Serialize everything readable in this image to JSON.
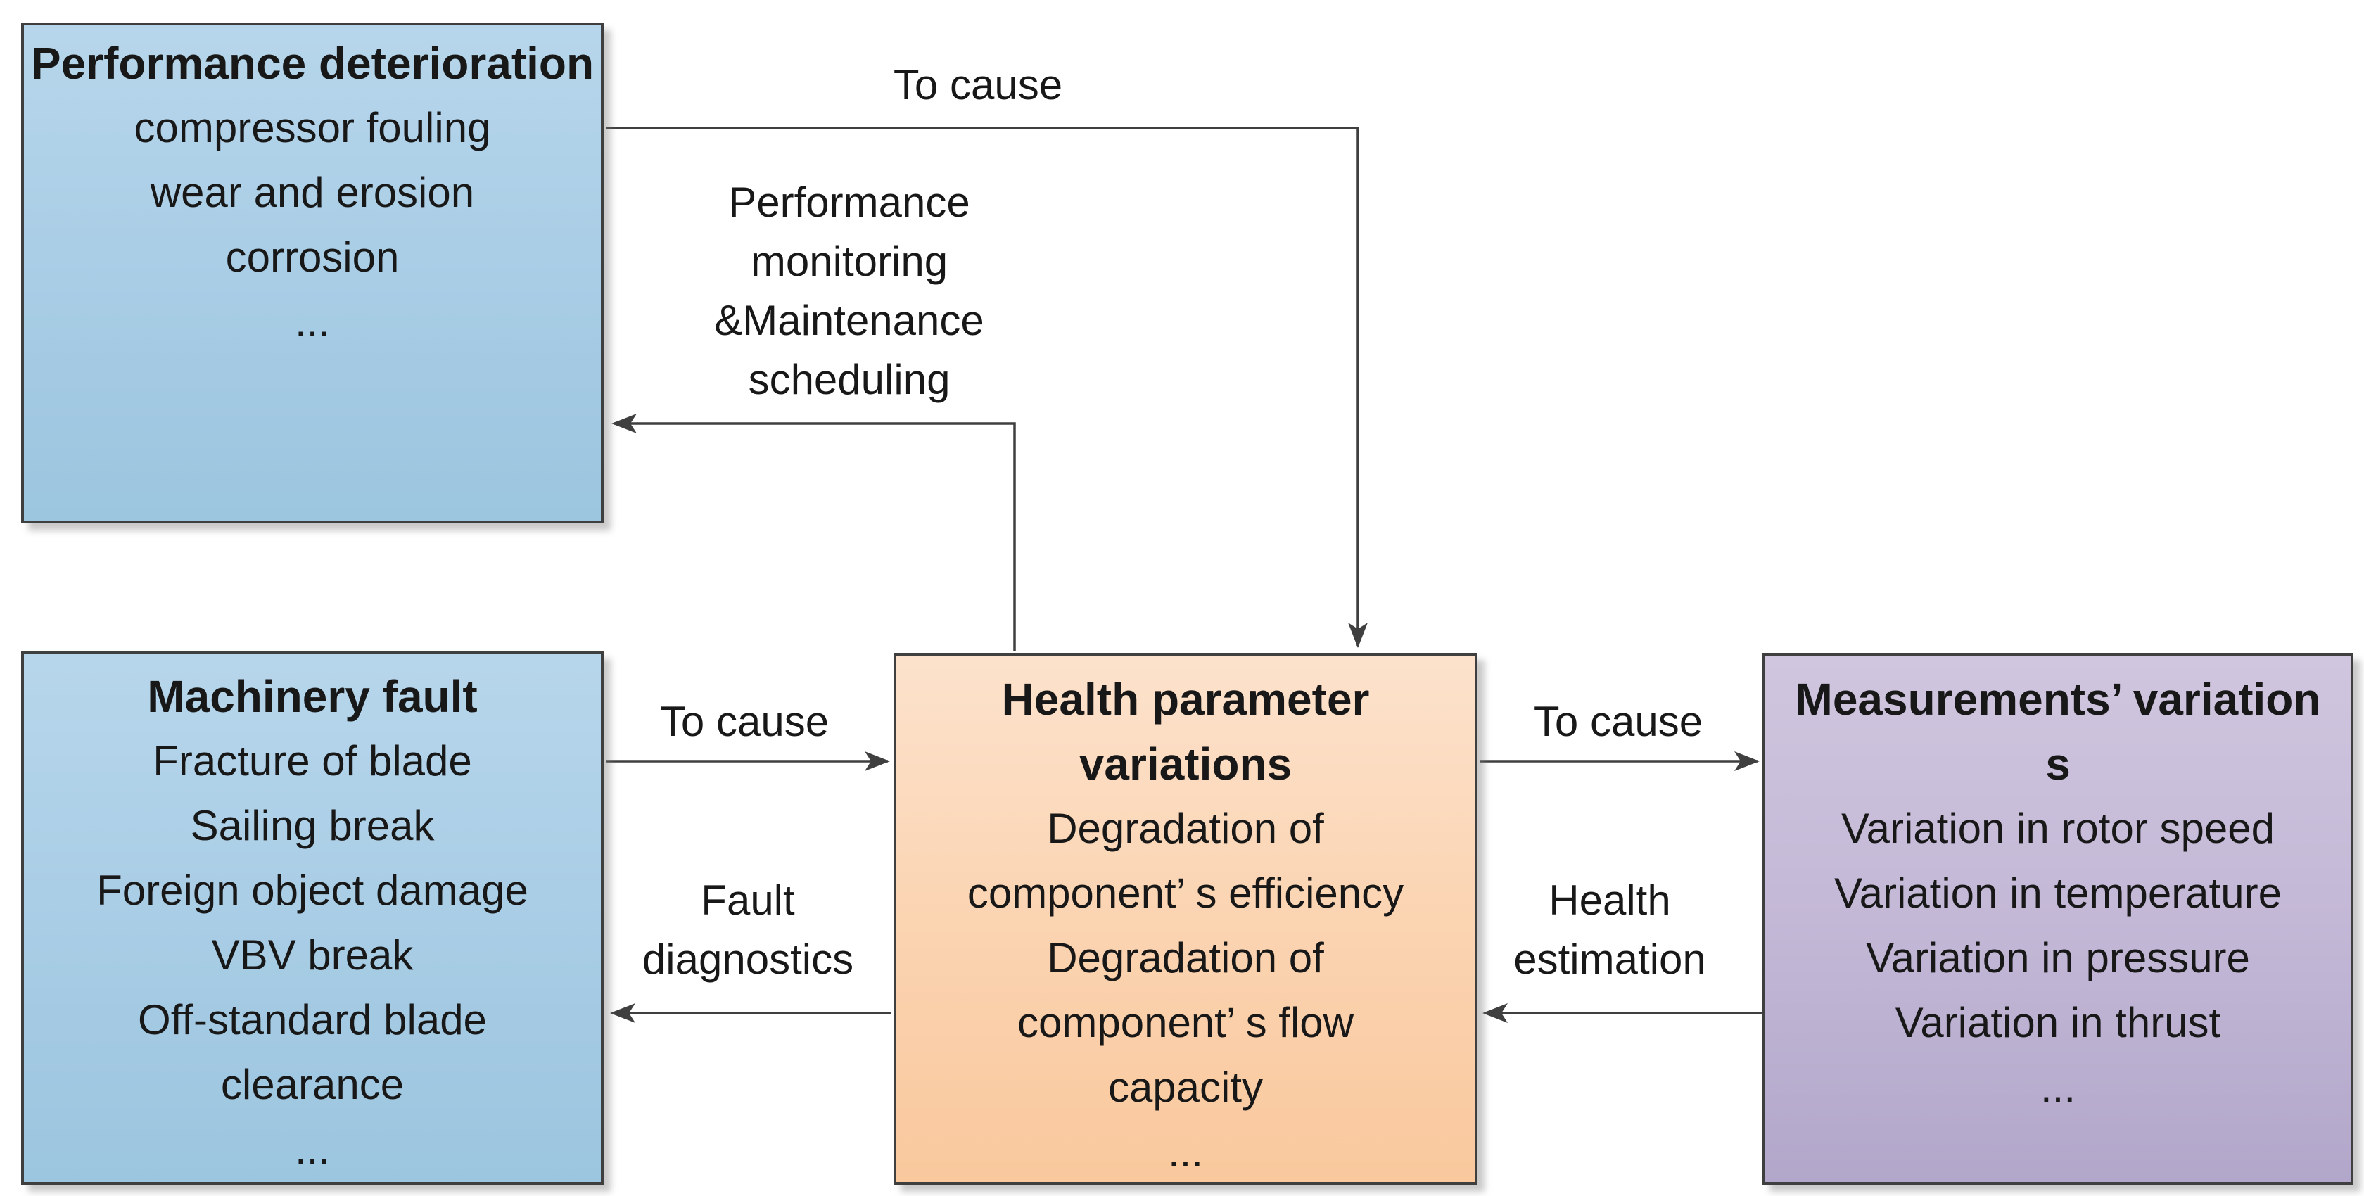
{
  "boxes": {
    "performance_deterioration": {
      "title": "Performance deterioration",
      "lines": [
        "compressor fouling",
        "wear and erosion",
        "corrosion",
        "..."
      ]
    },
    "machinery_fault": {
      "title": "Machinery fault",
      "lines": [
        "Fracture of blade",
        "Sailing break",
        "Foreign object damage",
        "VBV break",
        "Off-standard blade",
        "clearance",
        "..."
      ]
    },
    "health_parameter_variations": {
      "title_lines": [
        "Health parameter",
        "variations"
      ],
      "lines": [
        "Degradation of",
        "component’ s efficiency",
        "Degradation of",
        "component’ s flow",
        "capacity",
        "..."
      ]
    },
    "measurements_variations": {
      "title_lines": [
        "Measurements’ variation",
        "s"
      ],
      "lines": [
        "Variation in rotor speed",
        "Variation in temperature",
        "Variation in pressure",
        "Variation in thrust",
        "..."
      ]
    }
  },
  "labels": {
    "to_cause_top": "To cause",
    "monitoring": {
      "lines": [
        "Performance",
        "monitoring",
        "&Maintenance",
        "scheduling"
      ]
    },
    "to_cause_left": "To cause",
    "fault_diagnostics": {
      "lines": [
        "Fault",
        "diagnostics"
      ]
    },
    "to_cause_right": "To cause",
    "health_estimation": {
      "lines": [
        "Health",
        "estimation"
      ]
    }
  },
  "colors": {
    "blue_box_top": "#b7d6eb",
    "blue_box_bottom": "#9cc5df",
    "orange_box_top": "#fce2cc",
    "orange_box_bottom": "#f9c89d",
    "purple_box_top": "#d0c6df",
    "purple_box_bottom": "#b2a7ca",
    "line": "#3f3f3f"
  }
}
